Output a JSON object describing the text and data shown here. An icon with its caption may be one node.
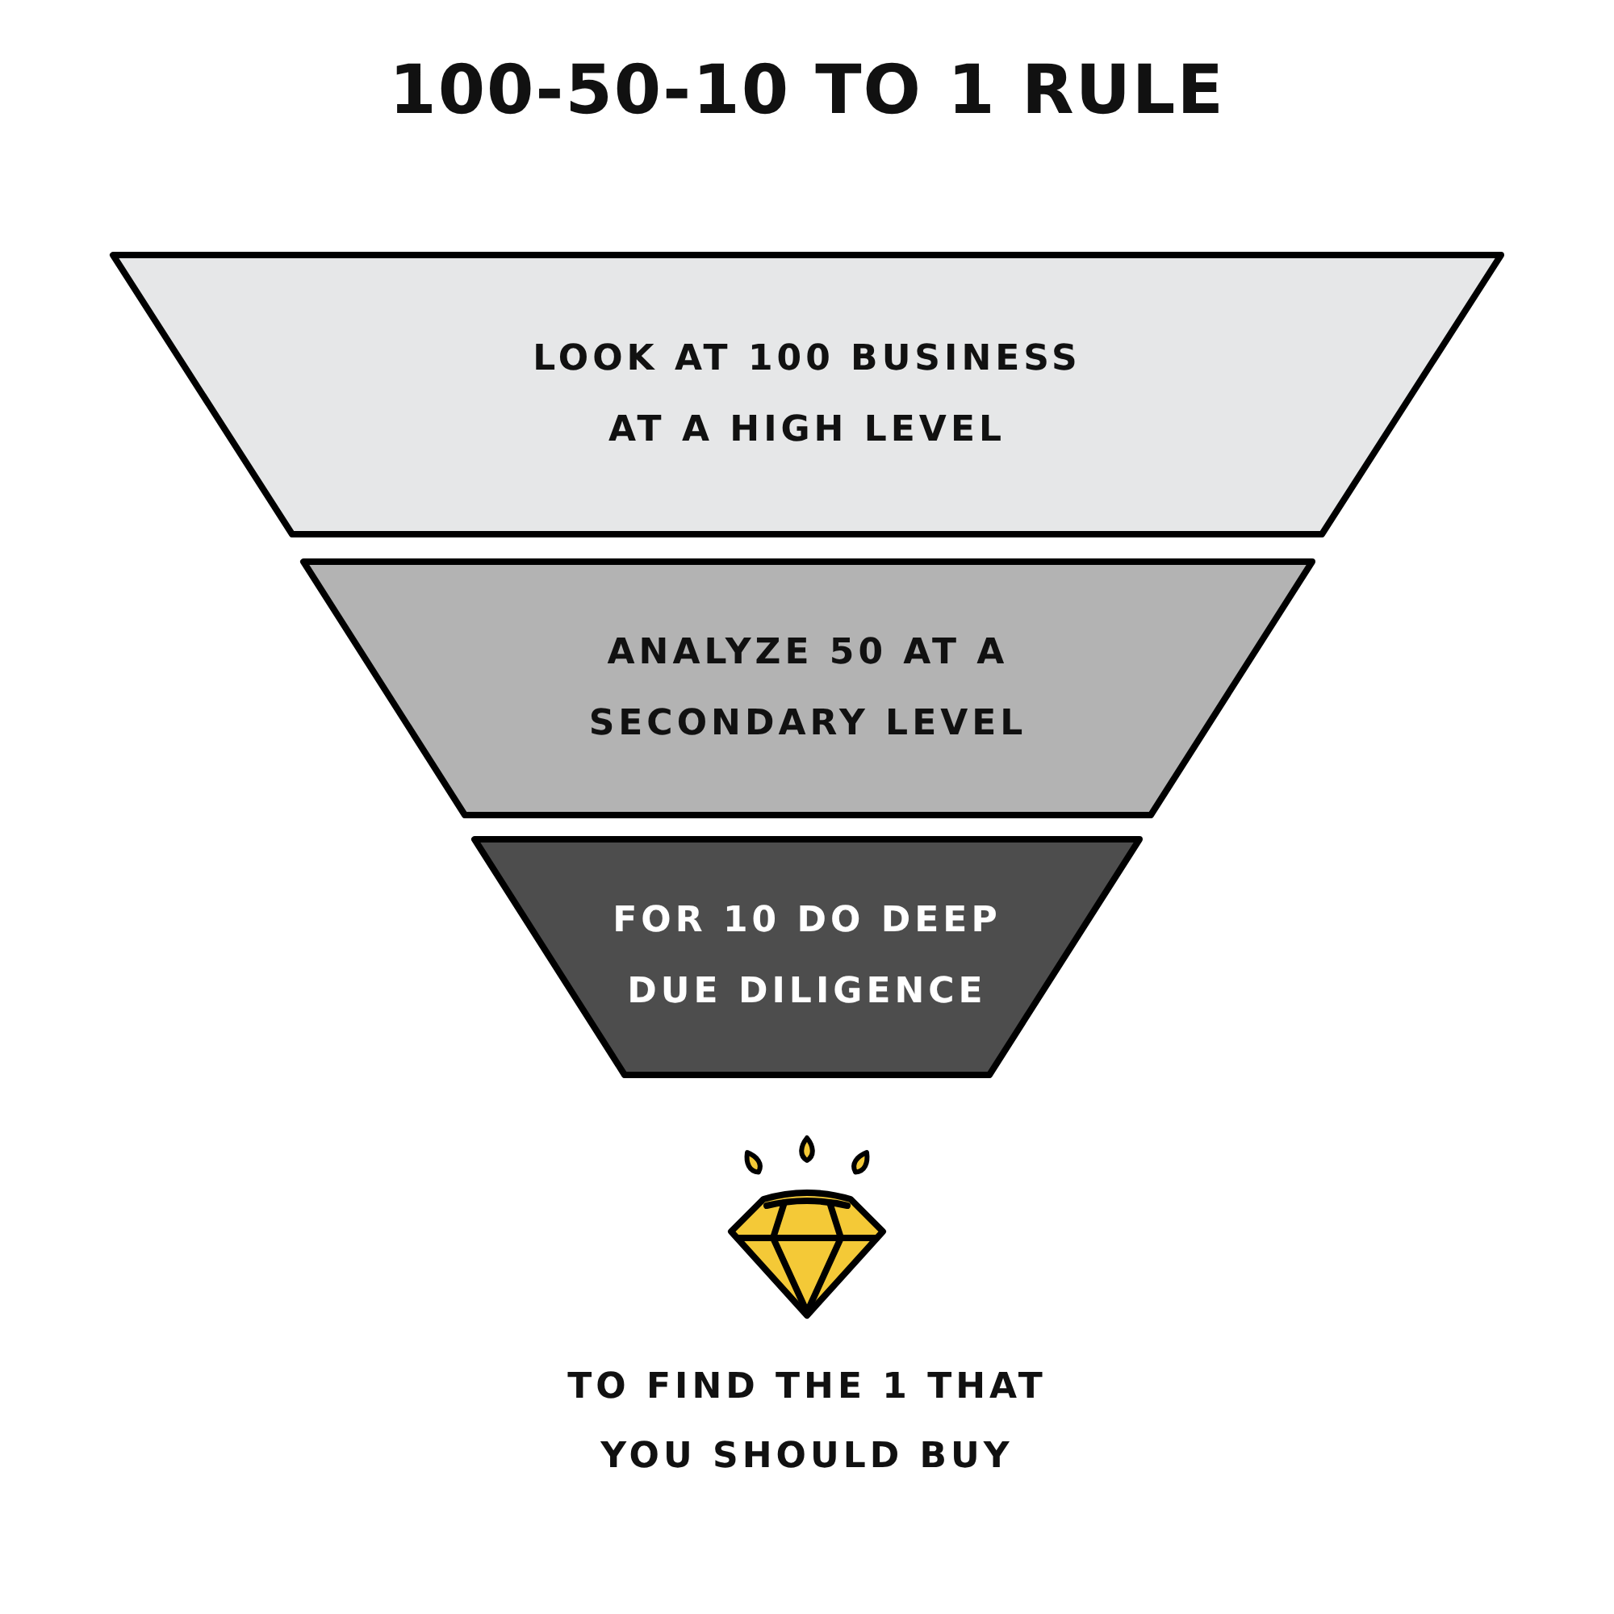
{
  "diagram": {
    "title": "100-50-10 TO 1 RULE",
    "nodes": [
      {
        "text": [
          "LOOK AT 100 BUSINESS AT A HIGH LEVEL"
        ]
      },
      {
        "text": [
          "ANALYZE 50 AT A SECONDARY LEVEL"
        ]
      },
      {
        "text": [
          "FOR 10 DO DEEP DUE DILIGENCE"
        ]
      },
      {
        "text": [],
        "shape": "picture",
        "beside": [
          "TO FIND THE 1 THAT YOU SHOULD BUY"
        ]
      }
    ]
  }
}
